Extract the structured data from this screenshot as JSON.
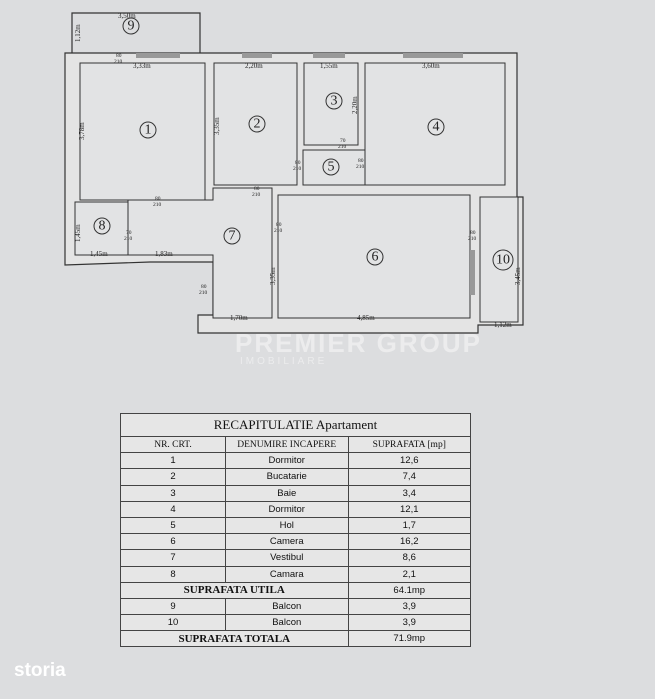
{
  "plan": {
    "rooms": [
      "1",
      "2",
      "3",
      "4",
      "5",
      "6",
      "7",
      "8",
      "9",
      "10"
    ],
    "dimensions": {
      "balcony9_width": "3,50m",
      "balcony9_depth": "1,12m",
      "room1_width": "3,33m",
      "room1_height": "3,78m",
      "room2_width": "2,20m",
      "room2_height": "3,35m",
      "room3_width": "1,55m",
      "room3_height": "2,20m",
      "room4_width": "3,60m",
      "room8_height": "1,45m",
      "room8_width": "1,45m",
      "vestibul_width": "1,83m",
      "room6_height": "3,35m",
      "bottom_left": "1,70m",
      "room6_width": "4,85m",
      "balcony10_height": "3,45m",
      "balcony10_width": "1,12m"
    },
    "doors": {
      "d80": "80",
      "d70": "70",
      "h210": "210"
    }
  },
  "watermark": {
    "name": "PREMIER GROUP",
    "sub": "IMOBILIARE"
  },
  "table": {
    "title": "RECAPITULATIE Apartament",
    "headers": [
      "NR. CRT.",
      "DENUMIRE INCAPERE",
      "SUPRAFATA [mp]"
    ],
    "rows": [
      [
        "1",
        "Dormitor",
        "12,6"
      ],
      [
        "2",
        "Bucatarie",
        "7,4"
      ],
      [
        "3",
        "Baie",
        "3,4"
      ],
      [
        "4",
        "Dormitor",
        "12,1"
      ],
      [
        "5",
        "Hol",
        "1,7"
      ],
      [
        "6",
        "Camera",
        "16,2"
      ],
      [
        "7",
        "Vestibul",
        "8,6"
      ],
      [
        "8",
        "Camara",
        "2,1"
      ]
    ],
    "utila_label": "SUPRAFATA UTILA",
    "utila_value": "64.1mp",
    "balcony_rows": [
      [
        "9",
        "Balcon",
        "3,9"
      ],
      [
        "10",
        "Balcon",
        "3,9"
      ]
    ],
    "totala_label": "SUPRAFATA TOTALA",
    "totala_value": "71.9mp"
  },
  "brand": {
    "logo": "storia"
  }
}
